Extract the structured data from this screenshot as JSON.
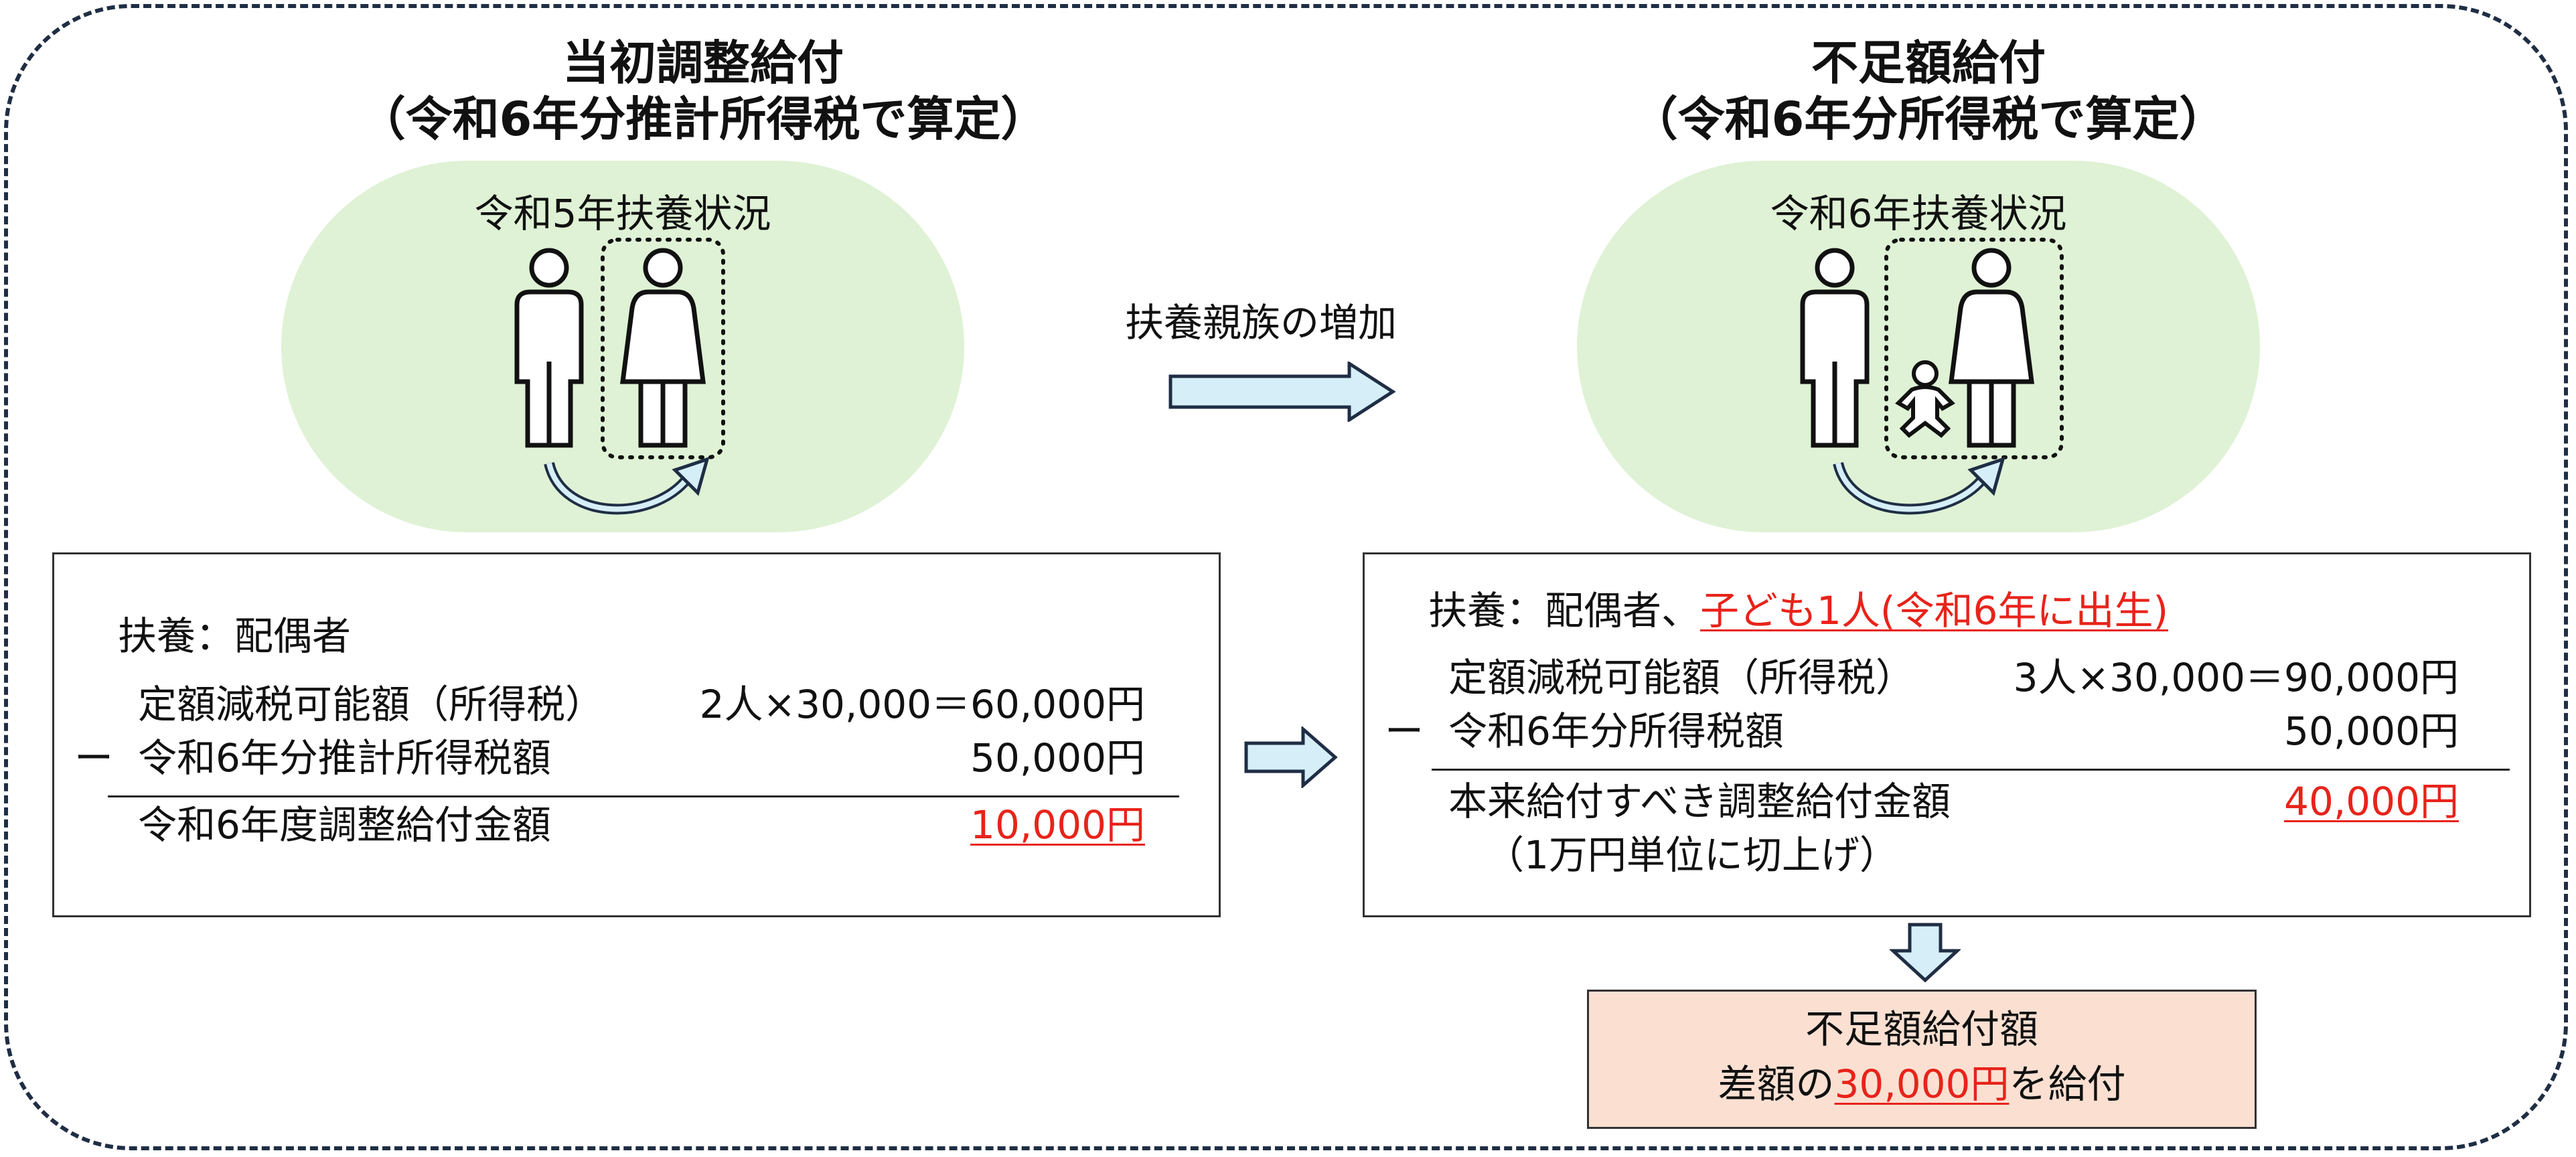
{
  "left": {
    "title_line1": "当初調整給付",
    "title_line2": "（令和6年分推計所得税で算定）",
    "scene_label": "令和5年扶養状況",
    "dependents": "扶養：配偶者",
    "row1_label": "定額減税可能額（所得税）",
    "row1_value": "2人×30,000＝60,000円",
    "minus": "ー",
    "row2_label": "令和6年分推計所得税額",
    "row2_value": "50,000円",
    "result_label": "令和6年度調整給付金額",
    "result_value": "10,000円"
  },
  "middle": {
    "label": "扶養親族の増加"
  },
  "right": {
    "title_line1": "不足額給付",
    "title_line2": "（令和6年分所得税で算定）",
    "scene_label": "令和6年扶養状況",
    "dependents_prefix": "扶養：配偶者、",
    "dependents_added": "子ども1人(令和6年に出生)",
    "row1_label": "定額減税可能額（所得税）",
    "row1_value": "3人×30,000＝90,000円",
    "minus": "ー",
    "row2_label": "令和6年分所得税額",
    "row2_value": "50,000円",
    "result_label": "本来給付すべき調整給付金額",
    "result_note": "（1万円単位に切上げ）",
    "result_value": "40,000円"
  },
  "bottom": {
    "line1": "不足額給付額",
    "line2_prefix": "差額の",
    "line2_amount": "30,000円",
    "line2_suffix": "を給付"
  },
  "colors": {
    "accent_red": "#e8231a",
    "scene_green": "#dff2d5",
    "arrow_fill": "#d6eef8",
    "result_fill": "#fbe0d2",
    "frame": "#1f2e44"
  }
}
